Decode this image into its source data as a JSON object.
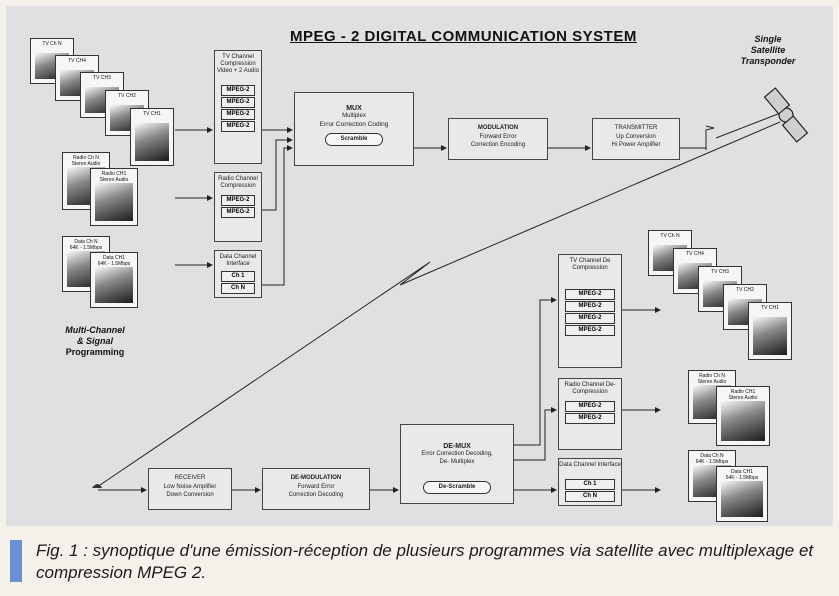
{
  "title": "MPEG - 2 DIGITAL COMMUNICATION SYSTEM",
  "satellite": {
    "line1": "Single",
    "line2": "Satellite",
    "line3": "Transponder"
  },
  "programming": {
    "line1": "Multi-Channel",
    "line2": "& Signal",
    "line3": "Programming"
  },
  "tx_tv": {
    "title": "TV Channel Compression Video + 2 Audio",
    "items": [
      "MPEG-2",
      "MPEG-2",
      "MPEG-2",
      "MPEG-2"
    ]
  },
  "tx_radio": {
    "title": "Radio Channel Compression",
    "items": [
      "MPEG-2",
      "MPEG-2"
    ]
  },
  "tx_data": {
    "title": "Data Channel Interface",
    "items": [
      "Ch 1",
      "Ch N"
    ]
  },
  "mux": {
    "title": "MUX",
    "line2": "Multiplex",
    "line3": "Error Correction Coding",
    "button": "Scramble"
  },
  "modulation": {
    "title": "MODULATION",
    "line2": "Forward Error",
    "line3": "Correction Encoding"
  },
  "transmitter": {
    "title": "TRANSMITTER",
    "line2": "Up Conversion",
    "line3": "Hi Power Amplifier"
  },
  "receiver": {
    "title": "RECEIVER",
    "line2": "Low Noise Amplifier",
    "line3": "Down Conversion"
  },
  "demodulation": {
    "title": "DE-MODULATION",
    "line2": "Forward Error",
    "line3": "Correction Decoding"
  },
  "demux": {
    "title": "DE-MUX",
    "line2": "Error Correction Decoding,",
    "line3": "De- Multiplex",
    "button": "De-Scramble"
  },
  "rx_tv": {
    "title": "TV Channel De Compression",
    "items": [
      "MPEG-2",
      "MPEG-2",
      "MPEG-2",
      "MPEG-2"
    ]
  },
  "rx_radio": {
    "title": "Radio Channel De- Compression",
    "items": [
      "MPEG-2",
      "MPEG-2"
    ]
  },
  "rx_data": {
    "title": "Data Channel Interface",
    "items": [
      "Ch 1",
      "Ch N"
    ]
  },
  "tv_stack": [
    "TV Ch N",
    "TV CH4",
    "TV CH3",
    "TV CH2",
    "TV CH1"
  ],
  "radio_stack": [
    {
      "l1": "Radio Ch N",
      "l2": "Stereo Audio"
    },
    {
      "l1": "Radio CH1",
      "l2": "Stereo Audio"
    }
  ],
  "data_stack": [
    {
      "l1": "Data Ch N",
      "l2": "64K - 1.5Mbps"
    },
    {
      "l1": "Data CH1",
      "l2": "64K - 1.5Mbps"
    }
  ],
  "caption": "Fig. 1 : synoptique d'une émission-réception de plusieurs programmes via satellite avec multiplexage et compression MPEG 2."
}
